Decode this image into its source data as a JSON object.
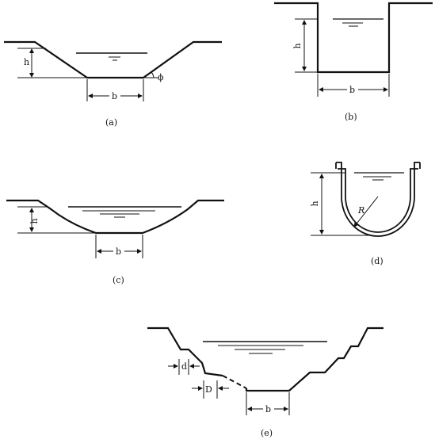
{
  "panels": {
    "a": {
      "caption": "(a)",
      "labels": {
        "depth": "h",
        "width": "b",
        "angle": "ϕ"
      }
    },
    "b": {
      "caption": "(b)",
      "labels": {
        "depth": "h",
        "width": "b"
      }
    },
    "c": {
      "caption": "(c)",
      "labels": {
        "depth": "h",
        "width": "b"
      }
    },
    "d": {
      "caption": "(d)",
      "labels": {
        "depth": "h",
        "radius": "R"
      }
    },
    "e": {
      "caption": "(e)",
      "labels": {
        "step_small": "d",
        "step_large": "D",
        "width": "b"
      }
    }
  },
  "colors": {
    "ink": "#111111",
    "background": "#ffffff"
  }
}
